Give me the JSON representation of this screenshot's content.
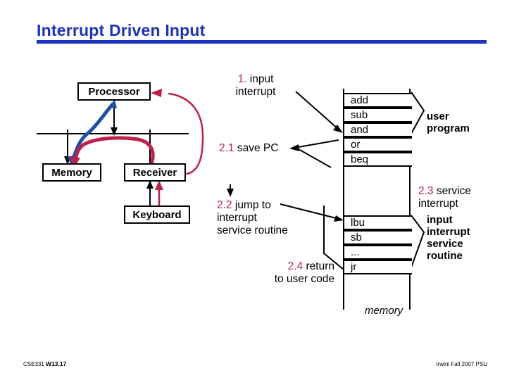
{
  "slide": {
    "title": "Interrupt Driven Input",
    "accent_blue": "#1C31BE",
    "accent_crimson": "#B42350",
    "arrow_blue": "#1D4FA8",
    "arrow_red": "#C02048"
  },
  "hardware": {
    "processor": "Processor",
    "memory": "Memory",
    "receiver": "Receiver",
    "keyboard": "Keyboard"
  },
  "memory_column": {
    "caption": "memory",
    "user_program_rows": [
      "add",
      "sub",
      "and",
      "or",
      "beq"
    ],
    "isr_rows": [
      "lbu",
      "sb",
      "...",
      "jr"
    ]
  },
  "annotations": {
    "step1": {
      "num": "1.",
      "text": " input",
      "line2": "interrupt"
    },
    "step21": {
      "num": "2.1",
      "text": " save PC"
    },
    "step22": {
      "num": "2.2",
      "text": " jump to",
      "line2": "interrupt",
      "line3": "service routine"
    },
    "step23": {
      "num": "2.3",
      "text": " service",
      "line2": "interrupt"
    },
    "step24": {
      "num": "2.4",
      "text": " return",
      "line2": "to user code"
    }
  },
  "labels": {
    "user_program": "user\nprogram",
    "user_program_l1": "user",
    "user_program_l2": "program",
    "isr_l1": "input",
    "isr_l2": "interrupt",
    "isr_l3": "service",
    "isr_l4": "routine"
  },
  "footer": {
    "course": "CSE331",
    "slide_id": "W13.17",
    "credit": "Irwini Fall 2007 PSU"
  }
}
